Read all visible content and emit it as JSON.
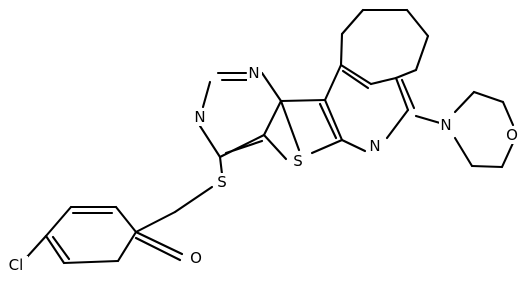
{
  "atoms": {
    "n_pyrimidine_top": "N",
    "n_pyrimidine_left": "N",
    "s_thiophene": "S",
    "n_pyridine": "N",
    "n_morpholine": "N",
    "o_morpholine": "O",
    "s_thioether": "S",
    "o_carbonyl": "O",
    "cl": "Cl"
  },
  "colors": {
    "bond": "#000000",
    "label": "#000000",
    "background": "#ffffff"
  }
}
